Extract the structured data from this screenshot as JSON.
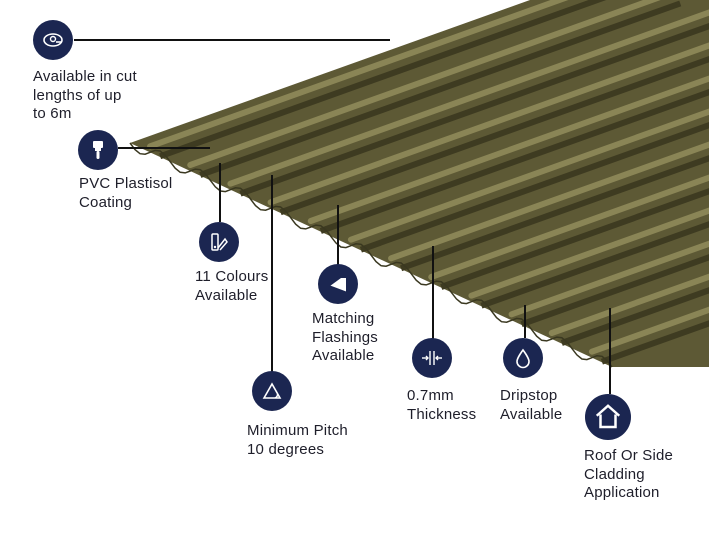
{
  "features": [
    {
      "id": "cut-lengths",
      "text": "Available in cut\nlengths of up\nto 6m",
      "icon": "tape-measure-icon"
    },
    {
      "id": "coating",
      "text": "PVC Plastisol\nCoating",
      "icon": "paint-brush-icon"
    },
    {
      "id": "colours",
      "text": "11 Colours\nAvailable",
      "icon": "colour-swatch-icon"
    },
    {
      "id": "flashings",
      "text": "Matching\nFlashings\nAvailable",
      "icon": "flashing-icon"
    },
    {
      "id": "pitch",
      "text": "Minimum Pitch\n10 degrees",
      "icon": "pitch-triangle-icon"
    },
    {
      "id": "thickness",
      "text": "0.7mm\nThickness",
      "icon": "thickness-icon"
    },
    {
      "id": "dripstop",
      "text": "Dripstop\nAvailable",
      "icon": "water-drop-icon"
    },
    {
      "id": "application",
      "text": "Roof Or Side\nCladding\nApplication",
      "icon": "house-icon"
    }
  ],
  "colors": {
    "navy": "#1b2651",
    "sheet_dark": "#4f4b2c",
    "sheet_mid": "#6b6740",
    "sheet_light": "#8c875a",
    "line": "#111111"
  }
}
